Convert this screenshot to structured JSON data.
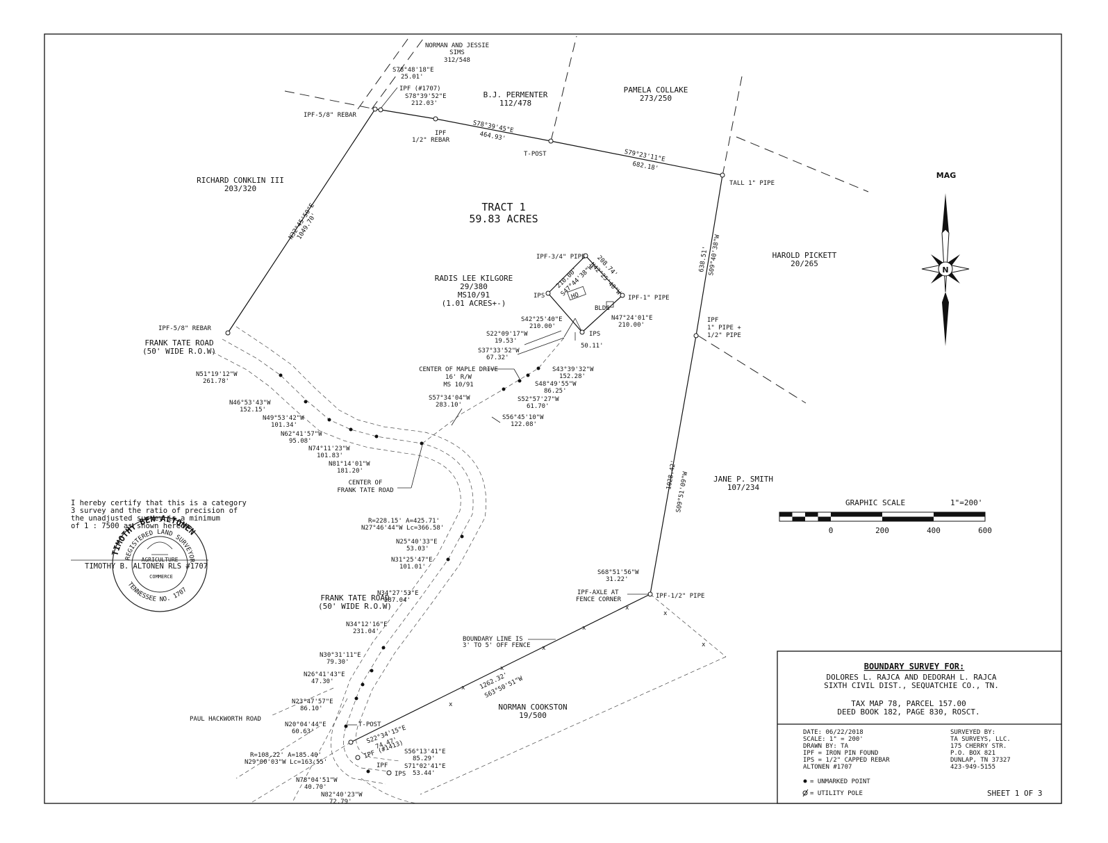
{
  "owners": {
    "sims": [
      "NORMAN AND JESSIE",
      "SIMS",
      "312/548"
    ],
    "permenter": [
      "B.J. PERMENTER",
      "112/478"
    ],
    "collake": [
      "PAMELA COLLAKE",
      "273/250"
    ],
    "conklin": [
      "RICHARD CONKLIN III",
      "203/320"
    ],
    "pickett": [
      "HAROLD PICKETT",
      "20/265"
    ],
    "smith": [
      "JANE P. SMITH",
      "107/234"
    ],
    "cookston": [
      "NORMAN COOKSTON",
      "19/500"
    ],
    "kilgore": [
      "RADIS LEE KILGORE",
      "29/380",
      "MS10/91",
      "(1.01 ACRES+-)"
    ]
  },
  "tract": {
    "name": "TRACT 1",
    "acres": "59.83 ACRES"
  },
  "roads": {
    "frank_tate_upper": [
      "FRANK TATE ROAD",
      "(50' WIDE R.O.W)"
    ],
    "frank_tate_lower": [
      "FRANK TATE ROAD",
      "(50' WIDE R.O.W)"
    ],
    "center_frank_tate": [
      "CENTER OF",
      "FRANK TATE ROAD"
    ],
    "paul_hackworth": "PAUL HACKWORTH ROAD",
    "maple": [
      "CENTER OF MAPLE DRIVE",
      "16' R/W",
      "MS 10/91"
    ]
  },
  "pins": {
    "ipf_1707": "IPF (#1707)",
    "ipf_58_top": "IPF-5/8\" REBAR",
    "ipf_half": [
      "IPF",
      "1/2\" REBAR"
    ],
    "tpost_top": "T-POST",
    "tall_pipe": "TALL 1\" PIPE",
    "ipf_58_left": "IPF-5/8\" REBAR",
    "ipf_34": "IPF-3/4\" PIPE",
    "ips_a": "IPS",
    "ipf_1_pipe": "IPF-1\" PIPE",
    "ips_b": "IPS",
    "ipf_right": [
      "IPF",
      "1\" PIPE +",
      "1/2\" PIPE"
    ],
    "ipf_axle": [
      "IPF-AXLE AT",
      "FENCE CORNER"
    ],
    "ipf_half_pipe": "IPF-1/2\" PIPE",
    "tpost_bottom": "T-POST",
    "ipf_1413": "IPF (#1413)",
    "ipf_bottom": "IPF",
    "ips_bottom": "IPS",
    "ho": "HO",
    "bldg": "BLDG"
  },
  "calls": {
    "c1": [
      "S78°48'18\"E",
      "25.01'"
    ],
    "c2": [
      "S78°39'52\"E",
      "212.03'"
    ],
    "c3": [
      "S78°39'45\"E",
      "464.93'"
    ],
    "c4": [
      "S79°23'11\"E",
      "682.18'"
    ],
    "c5": [
      "N32°45'50\"E",
      "1049.70'"
    ],
    "c6": [
      "638.51'",
      "S09°40'38\"W"
    ],
    "c7": [
      "1028.42'",
      "S09°51'09\"W"
    ],
    "c8": [
      "S68°51'56\"W",
      "31.22'"
    ],
    "c9": [
      "1262.32'",
      "S63°50'51\"W"
    ],
    "k1": [
      "210.00'",
      "S47°44'38\"W"
    ],
    "k2": [
      "208.74'",
      "N42°25'40\"W"
    ],
    "k3": [
      "S42°25'40\"E",
      "210.00'"
    ],
    "k4": [
      "N47°24'01\"E",
      "210.00'"
    ],
    "k5": [
      "S22°09'17\"W",
      "19.53'"
    ],
    "k6": [
      "S37°33'52\"W",
      "67.32'"
    ],
    "k7": "50.11'",
    "m1": [
      "S43°39'32\"W",
      "152.28'"
    ],
    "m2": [
      "S48°49'55\"W",
      "86.25'"
    ],
    "m3": [
      "S52°57'27\"W",
      "61.70'"
    ],
    "m4": [
      "S56°45'10\"W",
      "122.08'"
    ],
    "m5": [
      "S57°34'04\"W",
      "283.10'"
    ],
    "r1": [
      "N51°19'12\"W",
      "261.78'"
    ],
    "r2": [
      "N46°53'43\"W",
      "152.15'"
    ],
    "r3": [
      "N49°53'42\"W",
      "101.34'"
    ],
    "r4": [
      "N62°41'57\"W",
      "95.08'"
    ],
    "r5": [
      "N74°11'23\"W",
      "101.83'"
    ],
    "r6": [
      "N81°14'01\"W",
      "181.20'"
    ],
    "curve1": [
      "R=228.15'  A=425.71'",
      "N27°46'44\"W  Lc=366.58'"
    ],
    "r7": [
      "N25°40'33\"E",
      "53.03'"
    ],
    "r8": [
      "N31°25'47\"E",
      "101.01'"
    ],
    "r9": [
      "N34°27'53\"E",
      "287.04'"
    ],
    "r10": [
      "N34°12'16\"E",
      "231.04'"
    ],
    "r11": [
      "N30°31'11\"E",
      "79.30'"
    ],
    "r12": [
      "N26°41'43\"E",
      "47.30'"
    ],
    "r13": [
      "N23°47'57\"E",
      "86.10'"
    ],
    "r14": [
      "N20°04'44\"E",
      "60.63'"
    ],
    "curve2": [
      "R=108.22'  A=185.40'",
      "N29°00'03\"W  Lc=163.55'"
    ],
    "r15": [
      "N78°04'51\"W",
      "40.70'"
    ],
    "r16": [
      "N82°40'23\"W",
      "72.79'"
    ],
    "b1": [
      "S22°34'15\"E",
      "74.47'"
    ],
    "b2": [
      "S56°13'41\"E",
      "85.29'"
    ],
    "b3": [
      "S71°02'41\"E",
      "53.44'"
    ]
  },
  "fence_note": [
    "BOUNDARY LINE IS",
    "3' TO 5' OFF FENCE"
  ],
  "north": "MAG",
  "north_letter": "N",
  "scale": {
    "title": "GRAPHIC SCALE",
    "ratio": "1\"=200'",
    "ticks": [
      "0",
      "200",
      "400",
      "600"
    ]
  },
  "certification": [
    "I hereby certify that this is a category",
    "3 survey and the ratio of precision of",
    "the unadjusted survey is a minimum",
    "of 1 : 7500 as shown hereon."
  ],
  "signature": "TIMOTHY B. ALTONEN RLS #1707",
  "seal": {
    "outer": "TIMOTHY BEN ALTONEN",
    "inner": "REGISTERED LAND SURVEYOR",
    "state": "TENNESSEE NO. 1707",
    "middle": "AGRICULTURE",
    "commerce": "COMMERCE"
  },
  "title_block": {
    "heading": "BOUNDARY SURVEY FOR:",
    "lines": [
      "DOLORES L. RAJCA AND  DEDORAH L. RAJCA",
      "SIXTH CIVIL DIST., SEQUATCHIE CO., TN."
    ],
    "tax": [
      "TAX MAP 78, PARCEL 157.00",
      "DEED BOOK 182, PAGE 830, ROSCT."
    ],
    "left": [
      "DATE: 06/22/2018",
      "SCALE: 1\" = 200'",
      "DRAWN BY: TA",
      "IPF = IRON PIN FOUND",
      "IPS = 1/2\" CAPPED REBAR",
      "ALTONEN #1707"
    ],
    "right": [
      "SURVEYED BY:",
      "TA SURVEYS, LLC.",
      "175 CHERRY STR.",
      "P.O. BOX 821",
      "DUNLAP, TN 37327",
      "423-949-5155"
    ],
    "legend_unmarked": "= UNMARKED POINT",
    "legend_pole": "= UTILITY POLE",
    "sheet": "SHEET 1 OF 3"
  }
}
